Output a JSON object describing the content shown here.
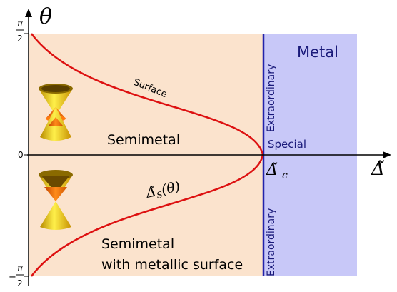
{
  "axes": {
    "y_label": "θ",
    "x_label": "Δ̃",
    "y_tick_top_num": "π",
    "y_tick_top_den": "2",
    "y_tick_zero": "0",
    "y_tick_bottom_sign": "−",
    "y_tick_bottom_num": "π",
    "y_tick_bottom_den": "2"
  },
  "regions": {
    "metal": "Metal",
    "semimetal": "Semimetal",
    "semimetal_surface_line1": "Semimetal",
    "semimetal_surface_line2": "with metallic surface",
    "extraordinary_top": "Extraordinary",
    "extraordinary_bottom": "Extraordinary",
    "special": "Special"
  },
  "curve": {
    "label_surface": "Surface",
    "label_delta_s": "Δ̃",
    "label_delta_s_sub": "S",
    "label_delta_s_arg": "(θ)"
  },
  "critical": {
    "symbol": "Δ̃",
    "subscript": "c"
  },
  "colors": {
    "semimetal_fill": "#fbe3cd",
    "metal_fill": "#c8c8f8",
    "boundary": "#2222aa",
    "curve": "#dd1111",
    "cone_top": "#f2dd20",
    "cone_dark": "#7a5a00",
    "cone_orange": "#ff6a00"
  },
  "icons": [
    "dirac-cone-gapped-icon",
    "dirac-cone-inverted-icon"
  ]
}
